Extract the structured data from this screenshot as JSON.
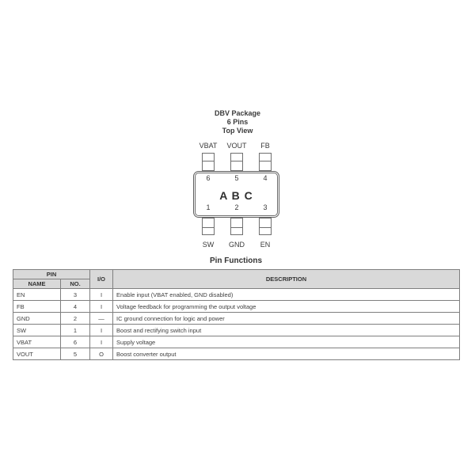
{
  "diagram": {
    "title_line1": "DBV Package",
    "title_line2": "6 Pins",
    "title_line3": "Top View",
    "center_label": "A B C",
    "top_pins": [
      {
        "name": "VBAT",
        "number": "6"
      },
      {
        "name": "VOUT",
        "number": "5"
      },
      {
        "name": "FB",
        "number": "4"
      }
    ],
    "bottom_pins": [
      {
        "name": "SW",
        "number": "1"
      },
      {
        "name": "GND",
        "number": "2"
      },
      {
        "name": "EN",
        "number": "3"
      }
    ]
  },
  "table": {
    "title": "Pin Functions",
    "headers": {
      "pin_group": "PIN",
      "name": "NAME",
      "no": "NO.",
      "io": "I/O",
      "description": "DESCRIPTION"
    },
    "rows": [
      {
        "name": "EN",
        "no": "3",
        "io": "I",
        "description": "Enable input (VBAT enabled, GND disabled)"
      },
      {
        "name": "FB",
        "no": "4",
        "io": "I",
        "description": "Voltage feedback for programming the output voltage"
      },
      {
        "name": "GND",
        "no": "2",
        "io": "—",
        "description": "IC ground connection for logic and power"
      },
      {
        "name": "SW",
        "no": "1",
        "io": "I",
        "description": "Boost and rectifying switch input"
      },
      {
        "name": "VBAT",
        "no": "6",
        "io": "I",
        "description": "Supply voltage"
      },
      {
        "name": "VOUT",
        "no": "5",
        "io": "O",
        "description": "Boost converter output"
      }
    ]
  },
  "colors": {
    "header_bg": "#d9d9d9",
    "table_border": "#7f7f7f",
    "line": "#6f6f6f",
    "text": "#3f3f3f"
  }
}
